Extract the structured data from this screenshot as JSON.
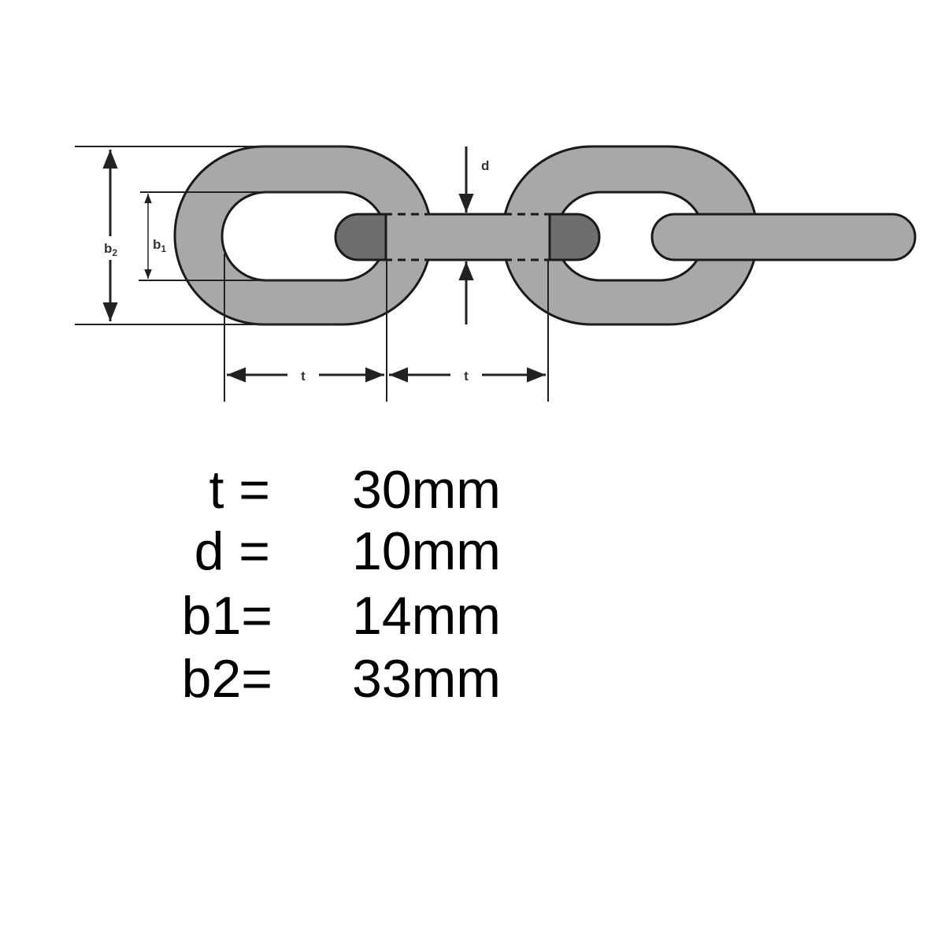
{
  "diagram": {
    "labels": {
      "b2": "b",
      "b2_sub": "2",
      "b1": "b",
      "b1_sub": "1",
      "t_left": "t",
      "t_right": "t",
      "d": "d"
    },
    "colors": {
      "link_fill": "#a8a8a8",
      "link_end_fill": "#6e6e6e",
      "outline": "#1a1a1a"
    }
  },
  "specs": [
    {
      "label": "t =",
      "value": "30mm"
    },
    {
      "label": "d =",
      "value": "10mm"
    },
    {
      "label": "b1=",
      "value": "14mm"
    },
    {
      "label": "b2=",
      "value": "33mm"
    }
  ]
}
